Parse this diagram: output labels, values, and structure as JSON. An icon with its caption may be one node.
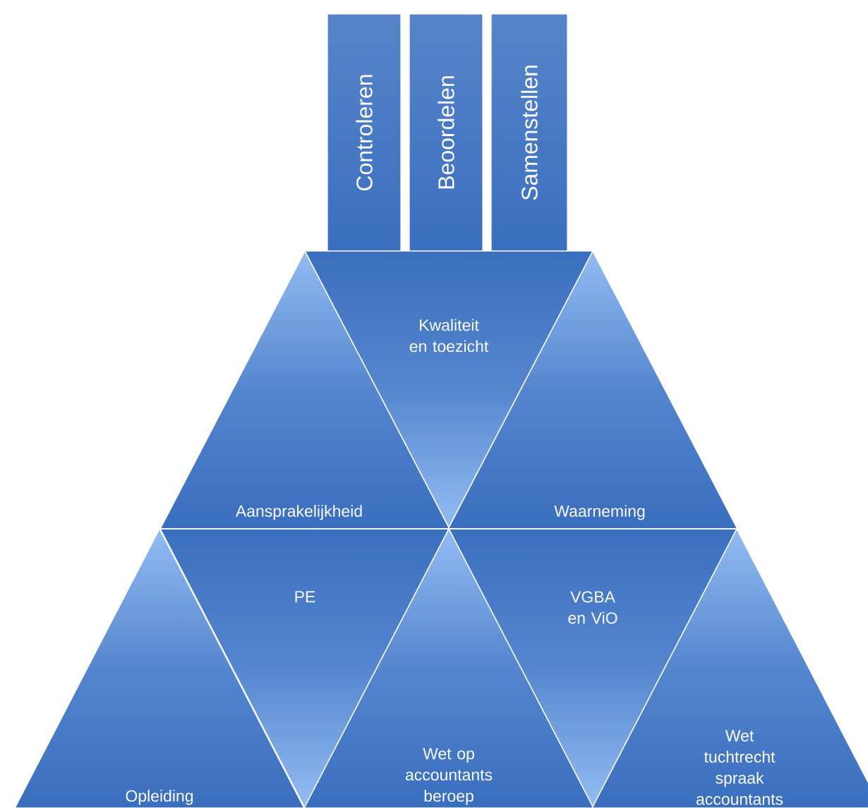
{
  "diagram": {
    "nodes": [
      {
        "text": [
          "Controleren"
        ]
      },
      {
        "text": [
          "Beoordelen"
        ]
      },
      {
        "text": [
          "Samenstellen"
        ]
      },
      {
        "text": [
          "Kwaliteit en toezicht"
        ]
      },
      {
        "text": [
          "Aansprakelijkheid"
        ]
      },
      {
        "text": [
          "Waarneming"
        ]
      },
      {
        "text": [
          "PE"
        ]
      },
      {
        "text": [
          "VGBA en ViO"
        ]
      },
      {
        "text": [
          "Opleiding"
        ]
      },
      {
        "text": [
          "Wet op accountants beroep"
        ]
      },
      {
        "text": [
          "Wet tuchtrecht spraak accountants"
        ]
      }
    ]
  }
}
